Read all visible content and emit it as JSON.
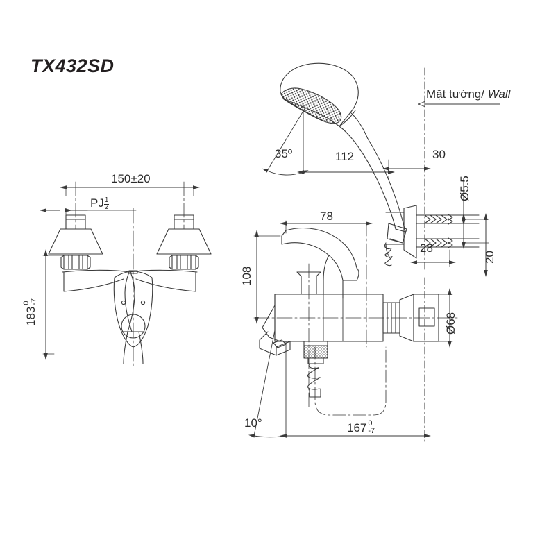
{
  "drawing": {
    "title": "TX432SD",
    "product_type": "wall-mounted bath shower mixer technical drawing",
    "line_color": "#3a3a3a",
    "text_color": "#2b2b2b",
    "background": "#ffffff"
  },
  "labels": {
    "wall_vn": "Mặt tường/",
    "wall_en": "Wall"
  },
  "dimensions": {
    "spread": "150±20",
    "thread": "PJ",
    "thread_fraction_num": "1",
    "thread_fraction_den": "2",
    "height_183": "183",
    "height_183_upper": "0",
    "height_183_lower": "-7",
    "angle_35": "35º",
    "len_112": "112",
    "len_30": "30",
    "dia_5_5": "Ø5.5",
    "len_28": "28",
    "len_20": "20",
    "len_78": "78",
    "height_108": "108",
    "dia_68": "Ø68",
    "angle_10": "10°",
    "len_167": "167",
    "len_167_upper": "0",
    "len_167_lower": "-7"
  }
}
